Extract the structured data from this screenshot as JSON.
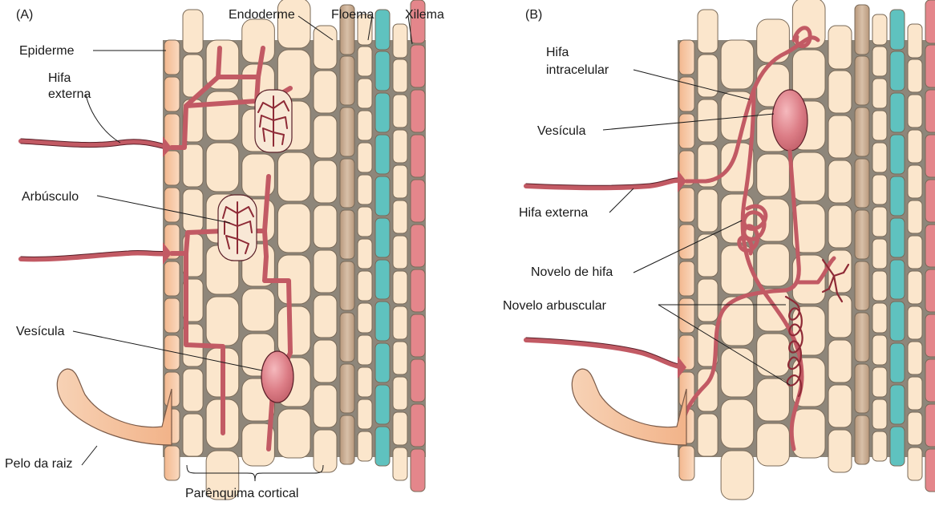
{
  "panel_a": {
    "panel_label": "(A)",
    "labels": {
      "epiderme": "Epiderme",
      "hifa_externa_1": "Hifa",
      "hifa_externa_2": "externa",
      "endoderme": "Endoderme",
      "floema": "Floema",
      "xilema": "Xilema",
      "arbusculo": "Arbúsculo",
      "vesicula": "Vesícula",
      "pelo_da_raiz": "Pelo da raiz",
      "parenquima_cortical": "Parênquima cortical"
    }
  },
  "panel_b": {
    "panel_label": "(B)",
    "labels": {
      "hifa_intracelular_1": "Hifa",
      "hifa_intracelular_2": "intracelular",
      "vesicula": "Vesícula",
      "hifa_externa": "Hifa externa",
      "novelo_de_hifa": "Novelo de hifa",
      "novelo_arbuscular": "Novelo arbuscular"
    }
  },
  "colors": {
    "background_tissue": "#8e867a",
    "cortex_cell": "#fbe6cc",
    "cell_outline": "#7a6a58",
    "epidermis_cell": "#f6c59f",
    "endodermis_cell": "#c9ad93",
    "phloem_cell": "#5fc2bf",
    "xylem_cell": "#e4868b",
    "hypha": "#c25a64",
    "hypha_outline": "#5a1f28",
    "vesicle": "#dc7d86",
    "root_hair": "#f6c7a3"
  }
}
